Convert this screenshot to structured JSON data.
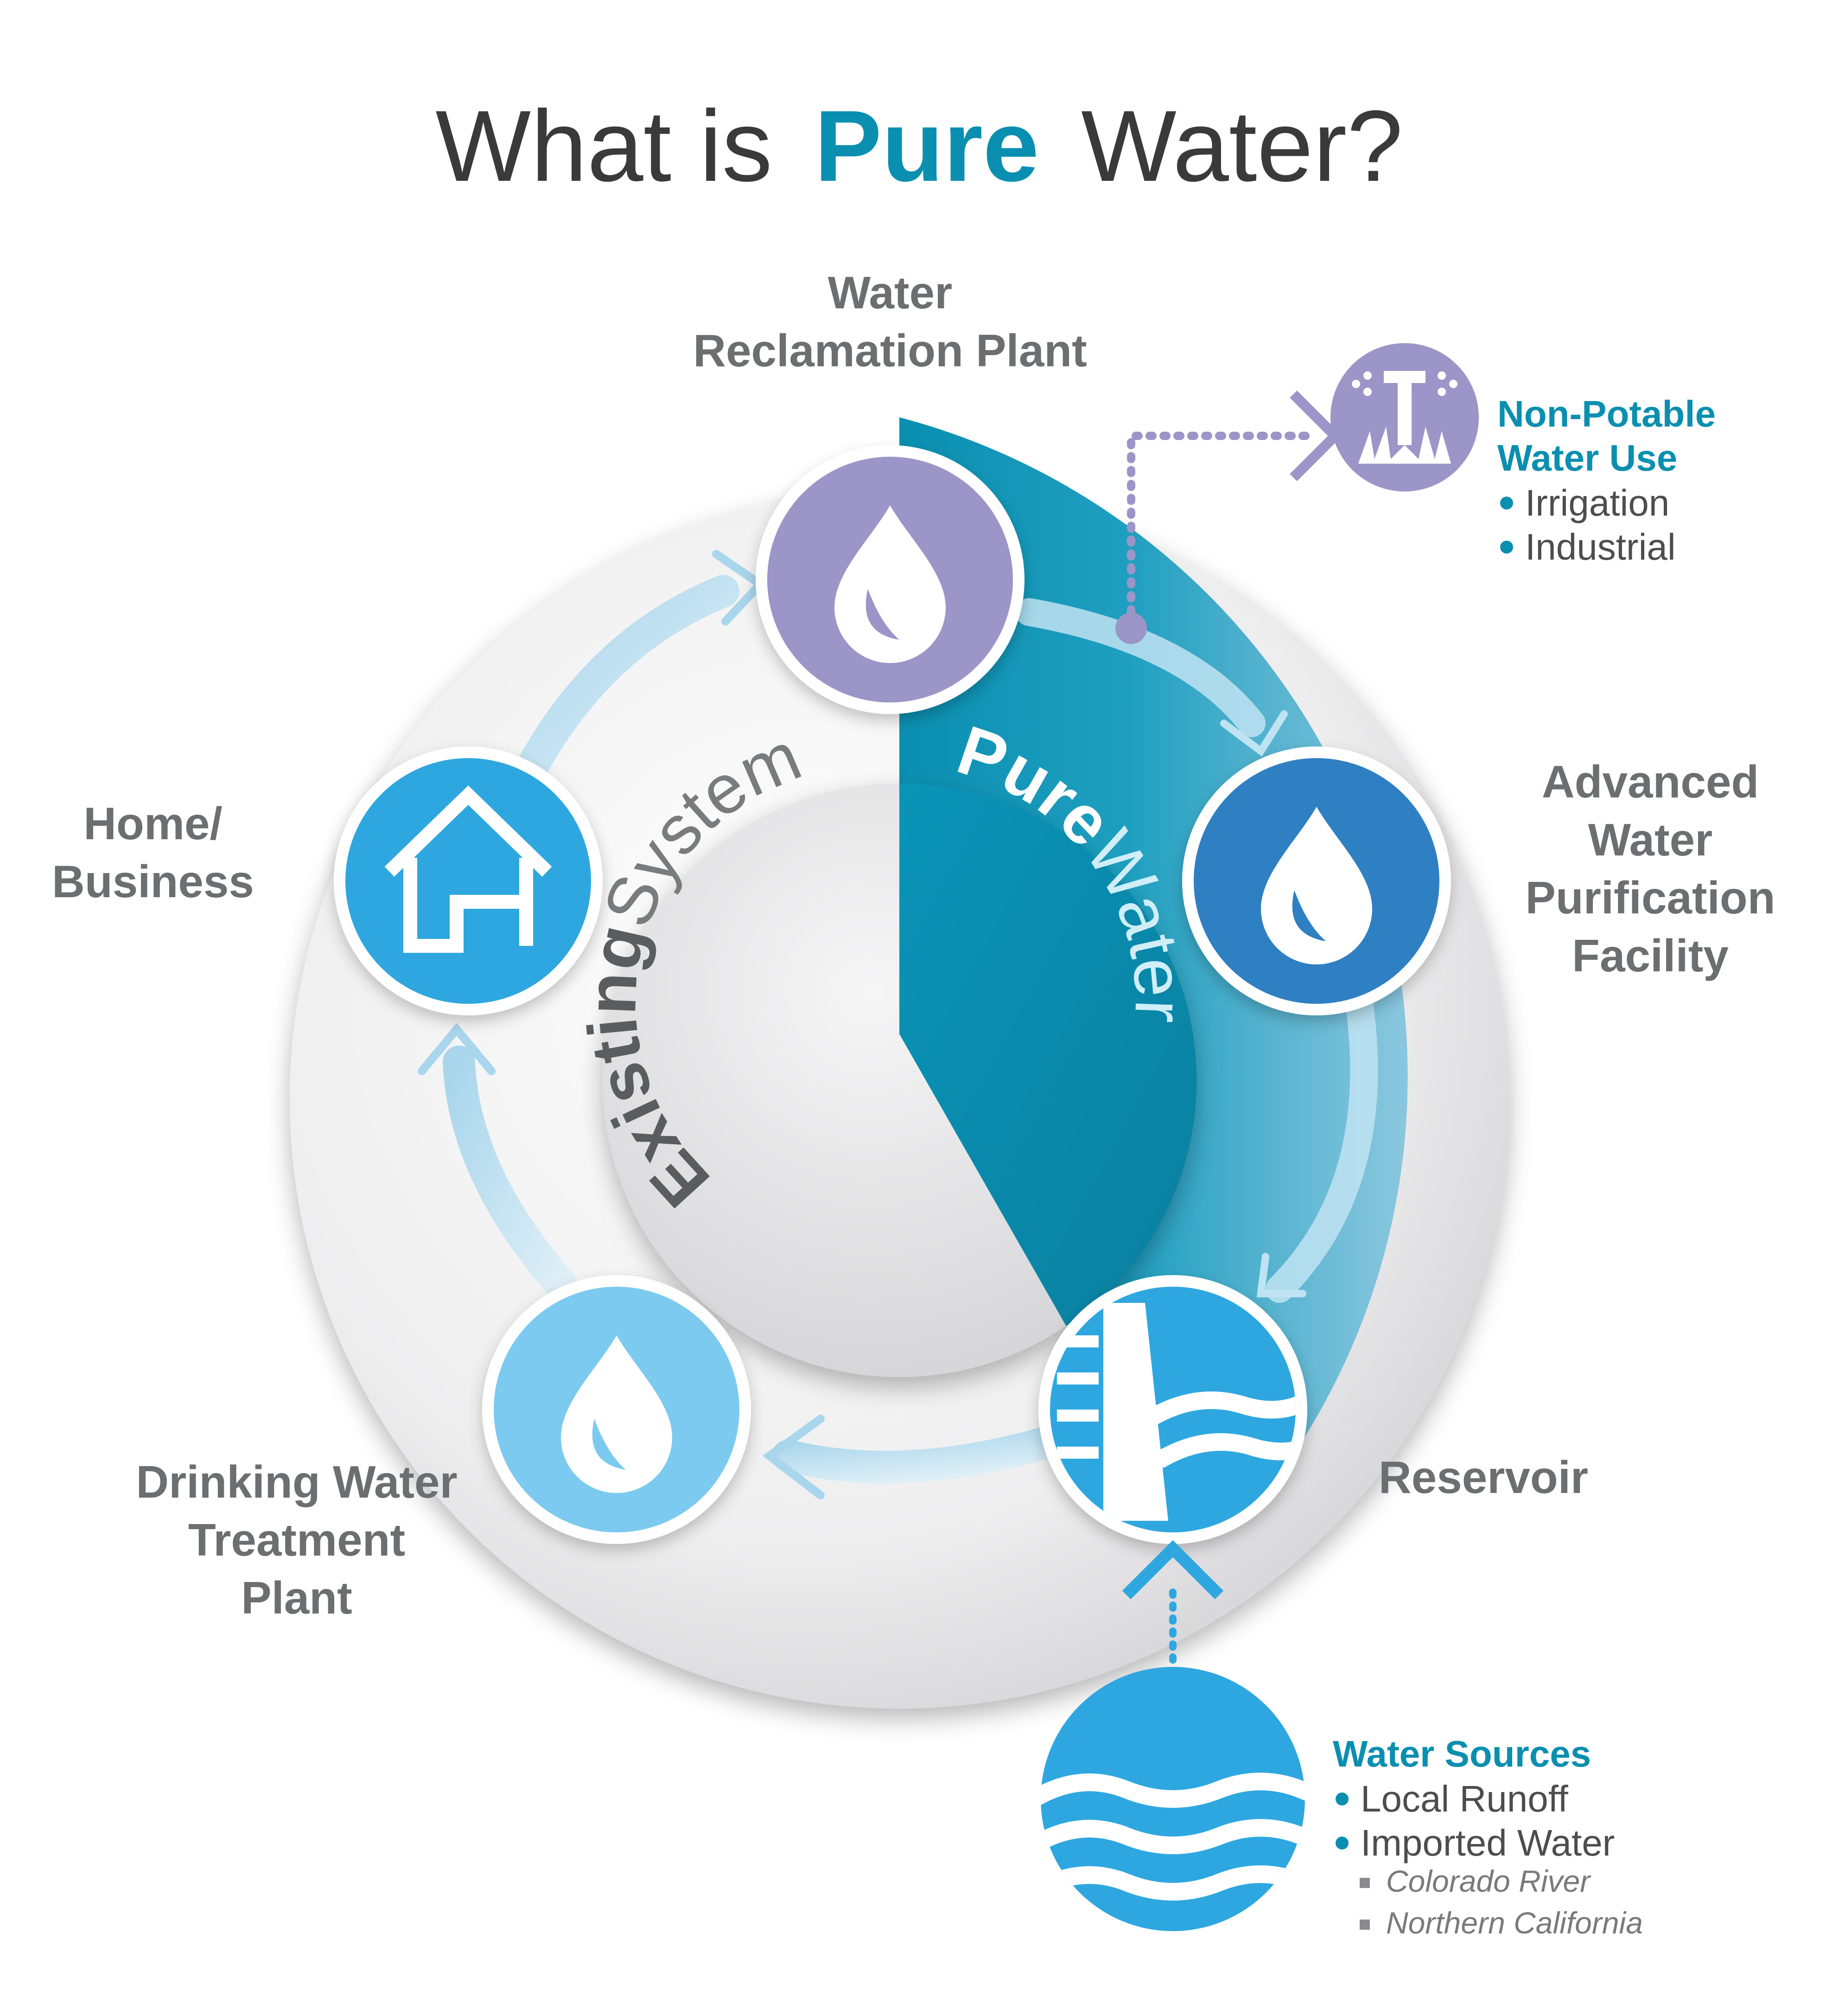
{
  "title": {
    "part1": "What is",
    "highlight": "Pure",
    "part2": "Water?"
  },
  "center": {
    "existing_bold": "Existing",
    "existing_light": "System",
    "pure_bold": "Pure",
    "pure_light": "Water"
  },
  "nodes": {
    "reclamation": [
      "Water",
      "Reclamation Plant"
    ],
    "purification": [
      "Advanced",
      "Water",
      "Purification",
      "Facility"
    ],
    "reservoir": [
      "Reservoir"
    ],
    "treatment": [
      "Drinking Water",
      "Treatment",
      "Plant"
    ],
    "home": [
      "Home/",
      "Business"
    ]
  },
  "non_potable": {
    "title": [
      "Non-Potable",
      "Water Use"
    ],
    "items": [
      "Irrigation",
      "Industrial"
    ]
  },
  "sources": {
    "title": "Water Sources",
    "items": [
      "Local Runoff",
      "Imported Water"
    ],
    "sub_items": [
      "Colorado River",
      "Northern California"
    ]
  },
  "colors": {
    "title_dark": "#3a3a3c",
    "accent_teal": "#0b8fb0",
    "purple": "#9b96c7",
    "blue_dark": "#2f7fc3",
    "blue_mid": "#2ea7e0",
    "blue_light": "#7ccaf0",
    "label_gray": "#6d6e71"
  }
}
